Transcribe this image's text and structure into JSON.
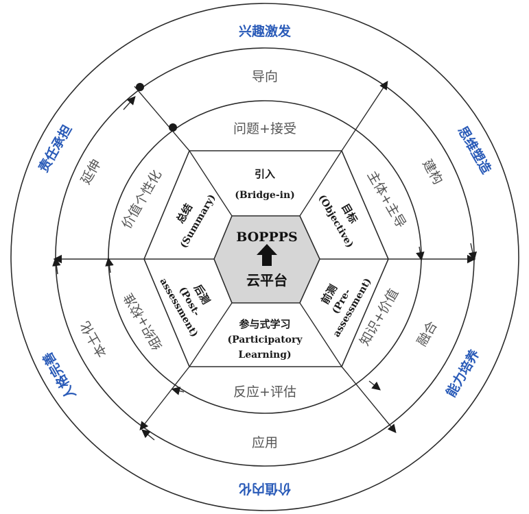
{
  "outer_ring": {
    "top": "兴趣激发",
    "upper_right": "思维塑造",
    "lower_right": "能力培养",
    "bottom": "价值内化",
    "lower_left": "人格完善",
    "upper_left": "责任承担"
  },
  "middle_ring": {
    "top": "导向",
    "upper_right": "建构",
    "lower_right": "融合",
    "bottom": "应用",
    "lower_left": "本土化",
    "upper_left": "延伸"
  },
  "inner_ring": {
    "top": "问题+接受",
    "upper_right": "主体+主导",
    "lower_right": "知识+价值",
    "bottom": "反应+评估",
    "lower_left": "组织+校准",
    "upper_left": "价值个性化"
  },
  "segments": {
    "bridge_in": {
      "zh": "引入",
      "en": "(Bridge-in)"
    },
    "objective": {
      "zh": "目标",
      "en": "(Objective)"
    },
    "pre_assessment": {
      "zh": "前测",
      "en": "(Pre-",
      "en2": "assessment)"
    },
    "participatory": {
      "zh": "参与式学习",
      "en": "(Participatory",
      "en2": "Learning)"
    },
    "post_assessment": {
      "zh": "后测",
      "en": "(Post-",
      "en2": "assessment)"
    },
    "summary": {
      "zh": "总结",
      "en": "(Summary)"
    }
  },
  "core": {
    "title": "BOPPPS",
    "subtitle": "云平台"
  },
  "colors": {
    "outer_text": "#2a5bb8",
    "ring_text": "#555555",
    "core_fill": "#d6d6d6",
    "line": "#2b2b2b"
  }
}
